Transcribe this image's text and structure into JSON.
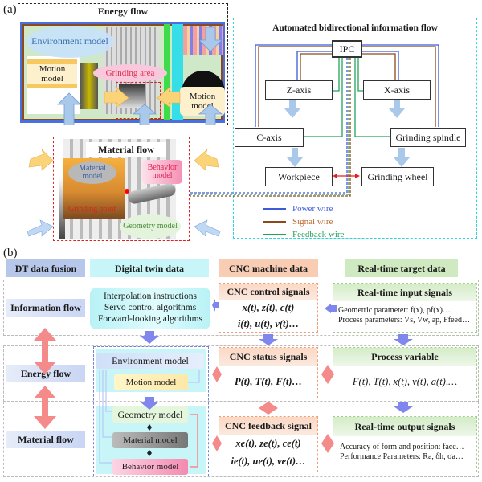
{
  "panel_a": {
    "label": "(a)",
    "energy_flow": {
      "title": "Energy flow",
      "environment_model": "Environment model",
      "motion_model_left": "Motion model",
      "motion_model_right": "Motion model",
      "grinding_area": "Grinding area"
    },
    "material_flow": {
      "title": "Material flow",
      "material_model": "Material model",
      "behavior_model": "Behavior model",
      "geometry_model": "Geometry model",
      "grinding_point": "Grinding point"
    },
    "info_flow": {
      "title": "Automated bidirectional information flow",
      "nodes": {
        "ipc": "IPC",
        "z_axis": "Z-axis",
        "x_axis": "X-axis",
        "c_axis": "C-axis",
        "grinding_spindle": "Grinding spindle",
        "workpiece": "Workpiece",
        "grinding_wheel": "Grinding wheel"
      },
      "legend": [
        {
          "label": "Power wire",
          "color": "#3b5bdb"
        },
        {
          "label": "Signal wire",
          "color": "#8b4a1e"
        },
        {
          "label": "Feedback wire",
          "color": "#22a35a"
        }
      ]
    }
  },
  "panel_b": {
    "label": "(b)",
    "columns": [
      "DT data fusion",
      "Digital twin data",
      "CNC machine data",
      "Real-time target data"
    ],
    "rows": [
      "Information flow",
      "Energy flow",
      "Material flow"
    ],
    "dt_algorithms": [
      "Interpolation instructions",
      "Servo control algorithms",
      "Forward-looking algorithms"
    ],
    "dt_models": {
      "environment": "Environment model",
      "motion": "Motion model",
      "geometry": "Geometry model",
      "material": "Material model",
      "behavior": "Behavior model"
    },
    "cnc": [
      {
        "title": "CNC control signals",
        "line1": "x(t), z(t), c(t)",
        "line2": "i(t), u(t), v(t)…"
      },
      {
        "title": "CNC status signals",
        "line1": "P(t), T(t), F(t)…"
      },
      {
        "title": "CNC feedback signal",
        "line1": "xe(t), ze(t), ce(t)",
        "line2": "ie(t), ue(t), ve(t)…"
      }
    ],
    "target": [
      {
        "title": "Real-time input signals",
        "line1": "Geometric parameter: f(x), ρf(x)…",
        "line2": "Process parameters:   Vs, Vw, ap, Ffeed…"
      },
      {
        "title": "Process variable",
        "line1": "F(t), T(t), x(t), v(t), a(t),…"
      },
      {
        "title": "Real-time output signals",
        "line1": "Accuracy of form and position: facc…",
        "line2": "Performance Parameters: Ra, δh, σa…"
      }
    ]
  },
  "colors": {
    "power": "#3b5bdb",
    "signal": "#8b4a1e",
    "feedback": "#22a35a",
    "flow_arrow": "#a9c8ea",
    "red_arrow": "#f48a8a",
    "purple_arrow": "#7f86ee"
  }
}
